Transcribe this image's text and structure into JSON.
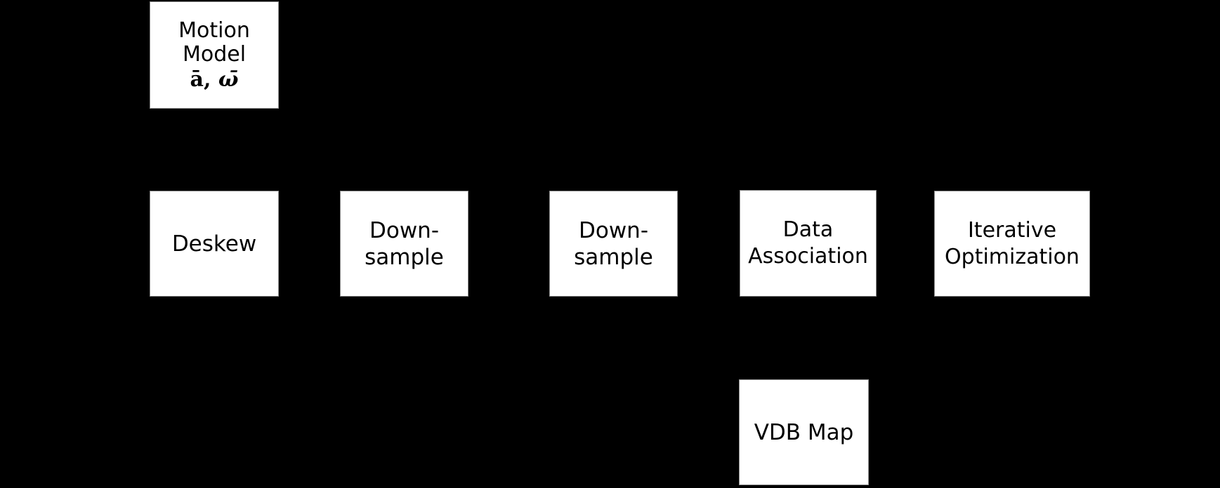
{
  "diagram": {
    "background_color": "#000000",
    "node_fill_color": "#ffffff",
    "node_text_color": "#000000",
    "nodes": {
      "motion_model": {
        "line1": "Motion",
        "line2": "Model",
        "math_a": "ā",
        "math_comma": ", ",
        "math_omega": "ω̄"
      },
      "deskew": {
        "label": "Deskew"
      },
      "downsample_1": {
        "line1": "Down-",
        "line2": "sample"
      },
      "downsample_2": {
        "line1": "Down-",
        "line2": "sample"
      },
      "data_association": {
        "line1": "Data",
        "line2": "Association"
      },
      "iterative_optimization": {
        "line1": "Iterative",
        "line2": "Optimization"
      },
      "vdb_map": {
        "label": "VDB Map"
      }
    }
  }
}
